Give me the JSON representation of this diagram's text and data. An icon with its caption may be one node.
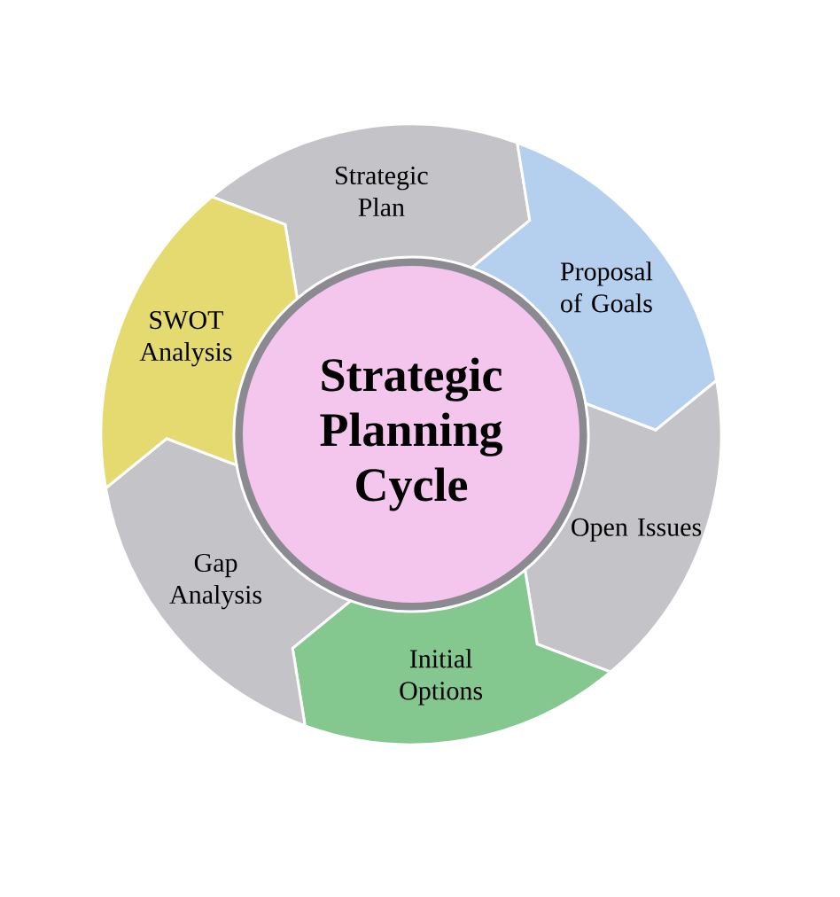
{
  "diagram": {
    "nodes": [
      {
        "text": [
          "Strategic Planning Cycle"
        ]
      },
      {
        "text": [
          "Strategic Plan"
        ]
      },
      {
        "text": [
          "Proposal of Goals"
        ]
      },
      {
        "text": [
          "Open Issues"
        ]
      },
      {
        "text": [
          "Initial Options"
        ]
      },
      {
        "text": [
          "Gap Analysis"
        ]
      },
      {
        "text": [
          "SWOT Analysis"
        ]
      }
    ]
  }
}
